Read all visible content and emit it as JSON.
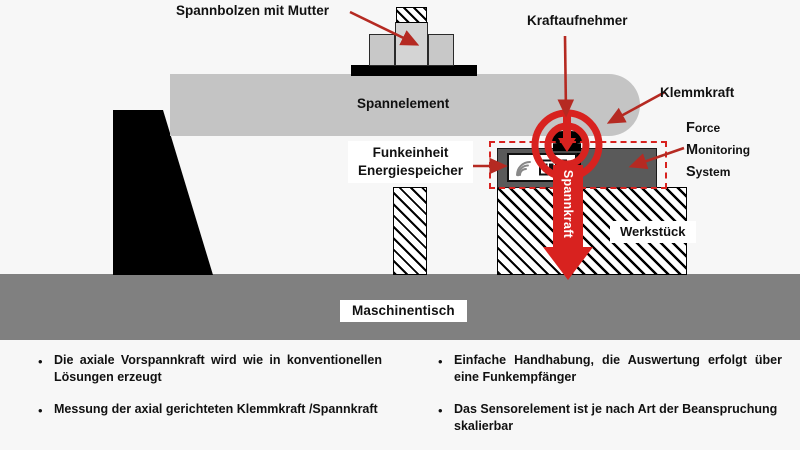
{
  "diagram": {
    "title_labels": {
      "spannbolzen": "Spannbolzen mit Mutter",
      "kraftaufnehmer": "Kraftaufnehmer",
      "klemmkraft": "Klemmkraft",
      "spannelement": "Spannelement",
      "funkeinheit_line1": "Funkeinheit",
      "funkeinheit_line2": "Energiespeicher",
      "werkstueck": "Werkstück",
      "maschinentisch": "Maschinentisch",
      "spannkraft": "Spannkraft"
    },
    "fms": {
      "line1_cap": "F",
      "line1_rest": "orce",
      "line2_cap": "M",
      "line2_rest": "onitoring",
      "line3_cap": "S",
      "line3_rest": "ystem"
    },
    "icons": {
      "radio": "wifi-signal-icon",
      "battery": "battery-icon",
      "sensor": "force-sensor-icon",
      "target_rings": "target-rings-icon"
    },
    "colors": {
      "accent_red": "#d8221f",
      "clamp_gray": "#c4c4c4",
      "table_gray": "#808080",
      "module_gray": "#5a5a5a",
      "background": "#f7f7f7"
    }
  },
  "bullets": {
    "left": [
      "Die axiale Vorspannkraft wird wie in konventionellen Lösungen erzeugt",
      "Messung der axial gerichteten Klemmkraft /Spannkraft"
    ],
    "right": [
      "Einfache Handhabung, die Auswertung erfolgt über eine Funkempfänger",
      "Das Sensorelement ist je nach Art der Beanspruchung skalierbar"
    ],
    "marker": "•"
  }
}
